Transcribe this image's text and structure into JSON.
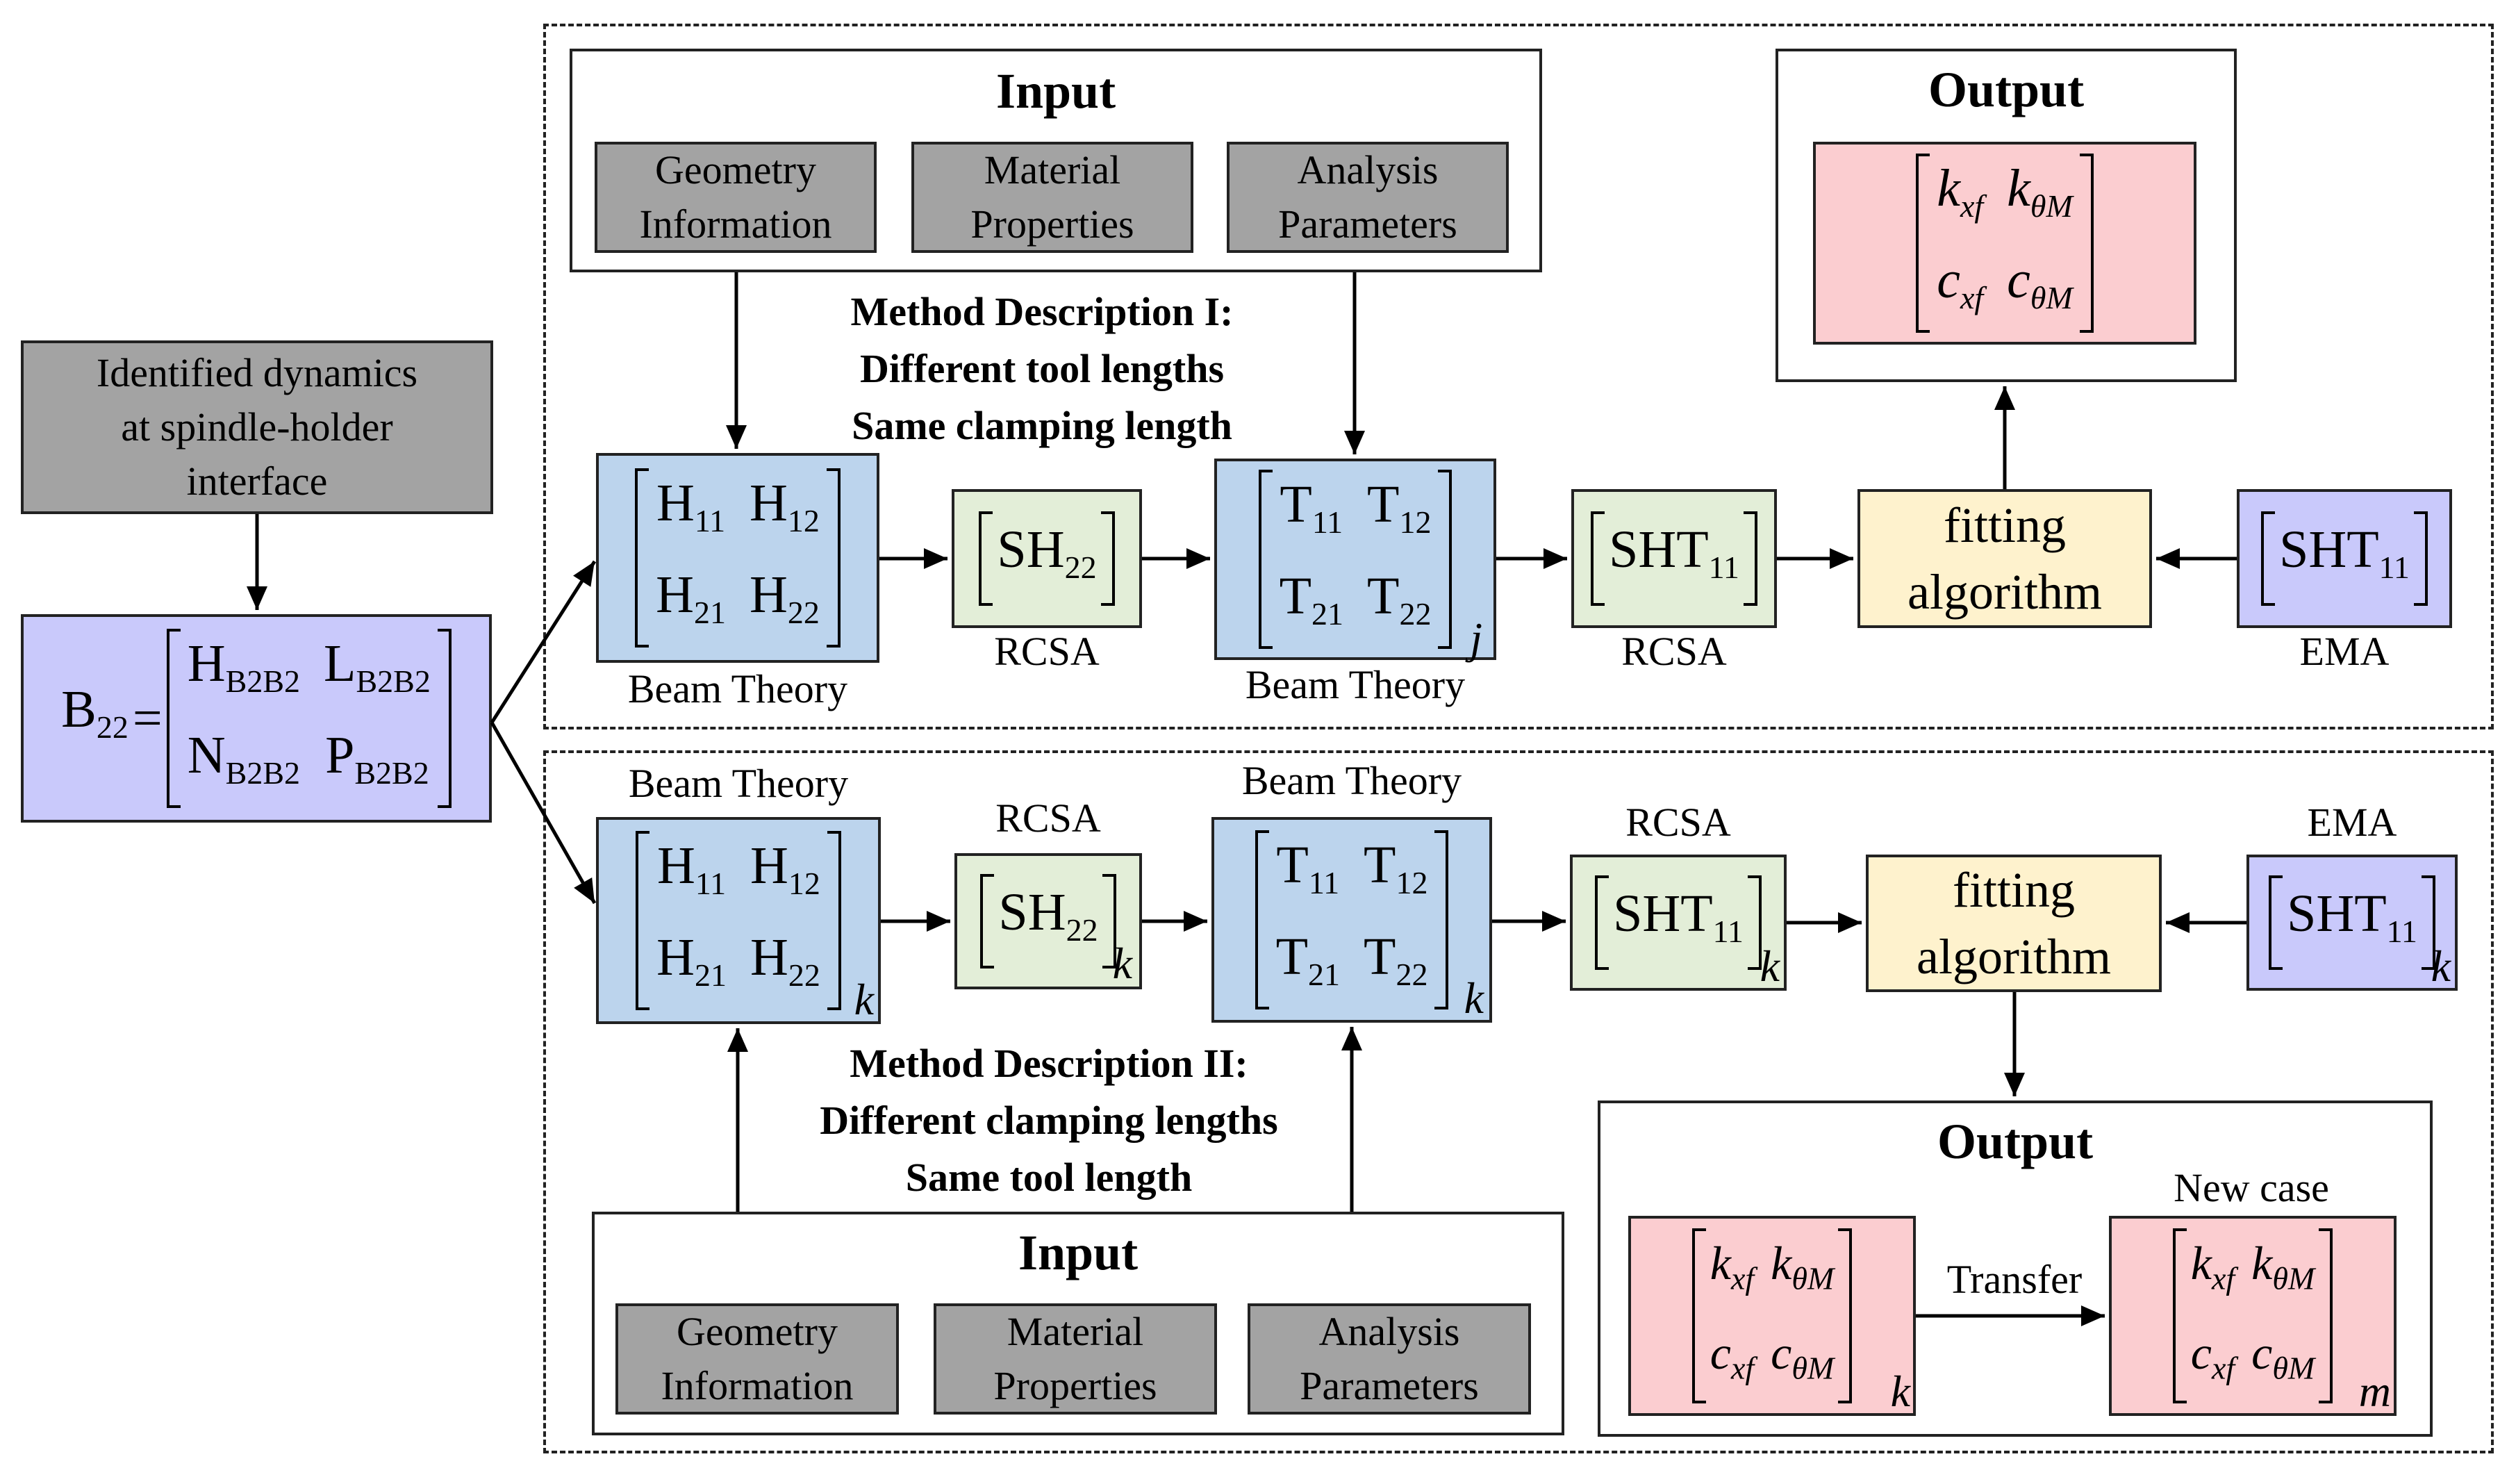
{
  "left": {
    "identified_box": [
      "Identified dynamics",
      "at spindle-holder",
      "interface"
    ],
    "b22_label": "B",
    "b22_sub": "22",
    "equals": "=",
    "matrix": {
      "r1c1": "H",
      "r1c1_sub": "B2B2",
      "r1c2": "L",
      "r1c2_sub": "B2B2",
      "r2c1": "N",
      "r2c1_sub": "B2B2",
      "r2c2": "P",
      "r2c2_sub": "B2B2"
    }
  },
  "top": {
    "input_title": "Input",
    "inputs": [
      [
        "Geometry",
        "Information"
      ],
      [
        "Material",
        "Properties"
      ],
      [
        "Analysis",
        "Parameters"
      ]
    ],
    "method": [
      "Method Description I:",
      "Different tool lengths",
      "Same clamping length"
    ],
    "h_matrix": {
      "a": "H",
      "a_sub": "11",
      "b": "H",
      "b_sub": "12",
      "c": "H",
      "c_sub": "21",
      "d": "H",
      "d_sub": "22"
    },
    "h_caption": "Beam Theory",
    "sh": "SH",
    "sh_sub": "22",
    "sh_caption": "RCSA",
    "t_matrix": {
      "a": "T",
      "a_sub": "11",
      "b": "T",
      "b_sub": "12",
      "c": "T",
      "c_sub": "21",
      "d": "T",
      "d_sub": "22",
      "outer_sub": "j"
    },
    "t_caption": "Beam Theory",
    "sht": "SHT",
    "sht_sub": "11",
    "sht_caption": "RCSA",
    "fitting": [
      "fitting",
      "algorithm"
    ],
    "ema": "SHT",
    "ema_sub": "11",
    "ema_caption": "EMA",
    "output_title": "Output",
    "out_matrix": {
      "a": "k",
      "a_sub": "xf",
      "b": "k",
      "b_sub": "θM",
      "c": "c",
      "c_sub": "xf",
      "d": "c",
      "d_sub": "θM"
    }
  },
  "bottom": {
    "h_caption": "Beam Theory",
    "h_matrix": {
      "a": "H",
      "a_sub": "11",
      "b": "H",
      "b_sub": "12",
      "c": "H",
      "c_sub": "21",
      "d": "H",
      "d_sub": "22",
      "outer_sub": "k"
    },
    "sh_caption": "RCSA",
    "sh": "SH",
    "sh_sub": "22",
    "sh_outer_sub": "k",
    "t_caption": "Beam Theory",
    "t_matrix": {
      "a": "T",
      "a_sub": "11",
      "b": "T",
      "b_sub": "12",
      "c": "T",
      "c_sub": "21",
      "d": "T",
      "d_sub": "22",
      "outer_sub": "k"
    },
    "sht_caption": "RCSA",
    "sht": "SHT",
    "sht_sub": "11",
    "sht_outer_sub": "k",
    "fitting": [
      "fitting",
      "algorithm"
    ],
    "ema_caption": "EMA",
    "ema": "SHT",
    "ema_sub": "11",
    "ema_outer_sub": "k",
    "method": [
      "Method Description II:",
      "Different clamping lengths",
      "Same tool length"
    ],
    "input_title": "Input",
    "inputs": [
      [
        "Geometry",
        "Information"
      ],
      [
        "Material",
        "Properties"
      ],
      [
        "Analysis",
        "Parameters"
      ]
    ],
    "output_title": "Output",
    "new_case": "New case",
    "transfer": "Transfer",
    "out_k": {
      "a": "k",
      "a_sub": "xf",
      "b": "k",
      "b_sub": "θM",
      "c": "c",
      "c_sub": "xf",
      "d": "c",
      "d_sub": "θM",
      "outer_sub": "k"
    },
    "out_m": {
      "a": "k",
      "a_sub": "xf",
      "b": "k",
      "b_sub": "θM",
      "c": "c",
      "c_sub": "xf",
      "d": "c",
      "d_sub": "θM",
      "outer_sub": "m"
    }
  },
  "colors": {
    "gray": "#a3a3a3",
    "purple": "#c9c9fb",
    "blue": "#bcd4ed",
    "green": "#e3eed8",
    "yellow": "#fef2cd",
    "pink": "#fbcdd0"
  }
}
